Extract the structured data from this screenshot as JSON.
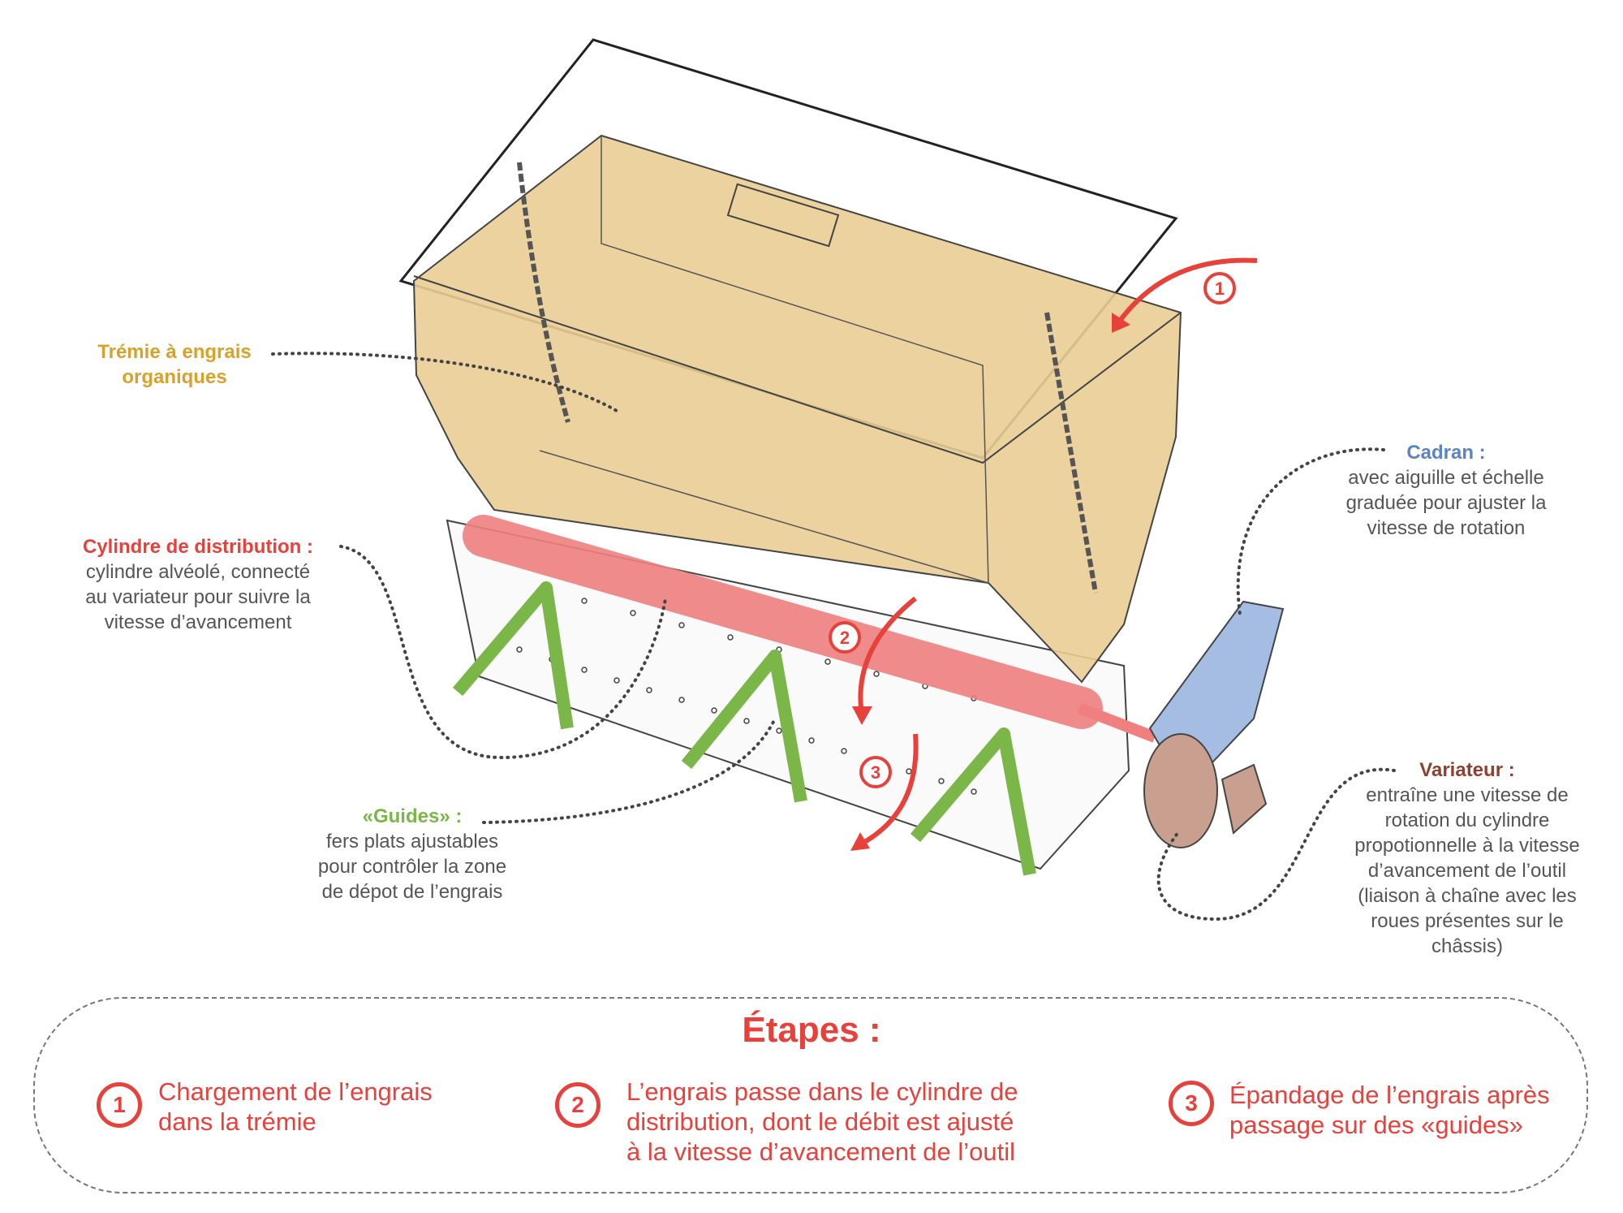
{
  "colors": {
    "hopper": "#d9a12b",
    "cylinder": "#e8413c",
    "guides": "#7ab648",
    "dial": "#5b83c6",
    "variator": "#8e4030",
    "steps": "#e8413c",
    "text": "#555555"
  },
  "labels": {
    "hopper": {
      "title": "Trémie à engrais",
      "title2": "organiques"
    },
    "cylinder": {
      "title": "Cylindre de distribution :",
      "lines": [
        "cylindre alvéolé, connecté",
        "au variateur pour suivre la",
        "vitesse d’avancement"
      ]
    },
    "guides": {
      "title": "«Guides» :",
      "lines": [
        "fers plats ajustables",
        "pour contrôler la zone",
        "de dépot de l’engrais"
      ]
    },
    "dial": {
      "title": "Cadran :",
      "lines": [
        "avec aiguille et échelle",
        "graduée pour ajuster la",
        "vitesse de rotation"
      ]
    },
    "variator": {
      "title": "Variateur :",
      "lines": [
        "entraîne une vitesse de",
        "rotation du cylindre",
        "propotionnelle à la vitesse",
        "d’avancement de l’outil",
        "(liaison à chaîne avec les",
        "roues présentes sur le",
        "châssis)"
      ]
    }
  },
  "markers": [
    "1",
    "2",
    "3"
  ],
  "steps": {
    "title": "Étapes :",
    "items": [
      {
        "num": "1",
        "lines": [
          "Chargement de l’engrais",
          "dans la trémie"
        ]
      },
      {
        "num": "2",
        "lines": [
          "L’engrais passe dans le cylindre de",
          "distribution, dont le débit est ajusté",
          "à la vitesse d’avancement de l’outil"
        ]
      },
      {
        "num": "3",
        "lines": [
          "Épandage de l’engrais après",
          "passage sur des «guides»"
        ]
      }
    ]
  }
}
